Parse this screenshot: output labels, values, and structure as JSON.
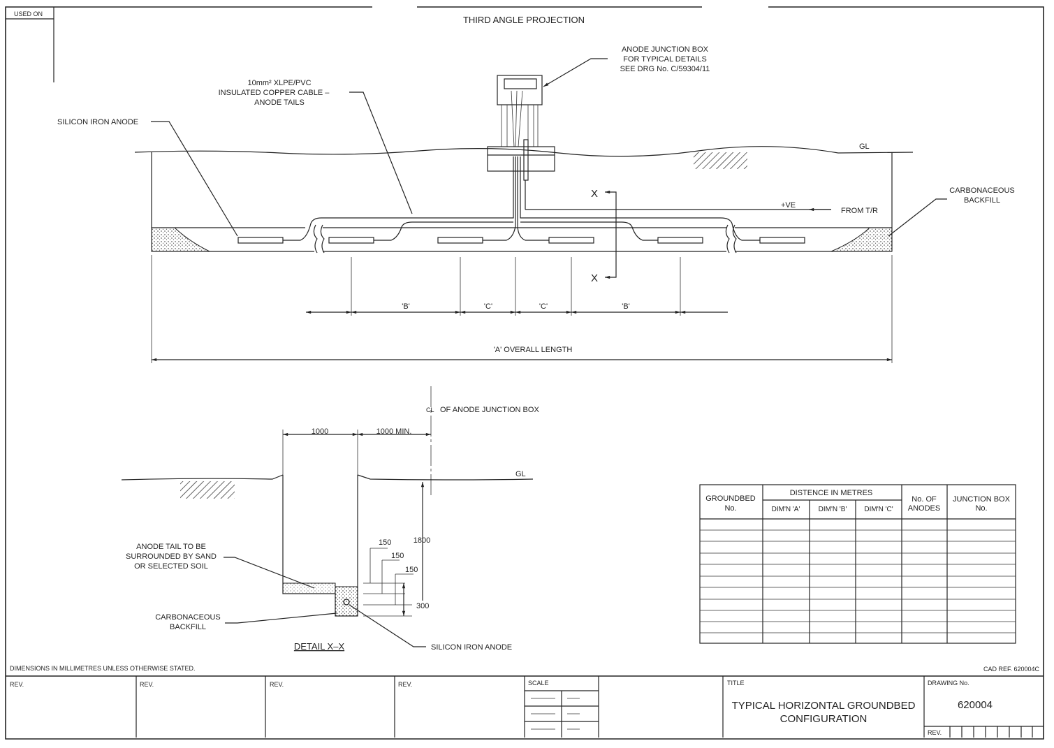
{
  "frame": {
    "used_on": "USED ON",
    "projection": "THIRD ANGLE PROJECTION"
  },
  "plan": {
    "junction_box_note": [
      "ANODE JUNCTION BOX",
      "FOR TYPICAL DETAILS",
      "SEE DRG No. C/59304/11"
    ],
    "cable_note": [
      "10mm² XLPE/PVC",
      "INSULATED COPPER CABLE –",
      "ANODE TAILS"
    ],
    "anode_label": "SILICON IRON ANODE",
    "ground_level": "GL",
    "section_marker": "X",
    "positive": "+VE",
    "from_tr": "FROM T/R",
    "backfill_note": [
      "CARBONACEOUS",
      "BACKFILL"
    ],
    "dims": [
      "'B'",
      "'C'",
      "'C'",
      "'B'"
    ],
    "overall": "'A' OVERALL LENGTH"
  },
  "detail": {
    "centreline_symbol": "CL",
    "centreline_label": "OF ANODE JUNCTION BOX",
    "dim_1000": "1000",
    "dim_1000_min": "1000 MIN.",
    "ground_level": "GL",
    "dim_1800": "1800",
    "dim_150": [
      "150",
      "150",
      "150"
    ],
    "dim_300": "300",
    "tail_note": [
      "ANODE TAIL TO BE",
      "SURROUNDED BY SAND",
      "OR SELECTED SOIL"
    ],
    "backfill_note": [
      "CARBONACEOUS",
      "BACKFILL"
    ],
    "title": "DETAIL X–X",
    "anode_label": "SILICON IRON ANODE"
  },
  "table": {
    "groundbed": [
      "GROUNDBED",
      "No."
    ],
    "distance_header": "DISTENCE IN METRES",
    "dim_a": "DIM'N 'A'",
    "dim_b": "DIM'N 'B'",
    "dim_c": "DIM'N 'C'",
    "anodes": [
      "No. OF",
      "ANODES"
    ],
    "junction": [
      "JUNCTION BOX",
      "No."
    ]
  },
  "notes": {
    "dimensions": "DIMENSIONS IN MILLIMETRES UNLESS OTHERWISE STATED.",
    "cad_ref": "CAD REF. 620004C"
  },
  "title_block": {
    "rev": [
      "REV.",
      "REV.",
      "REV.",
      "REV."
    ],
    "scale": "SCALE",
    "title_label": "TITLE",
    "title": [
      "TYPICAL HORIZONTAL GROUNDBED",
      "CONFIGURATION"
    ],
    "drawing_no_label": "DRAWING No.",
    "drawing_no": "620004",
    "rev_label": "REV."
  }
}
